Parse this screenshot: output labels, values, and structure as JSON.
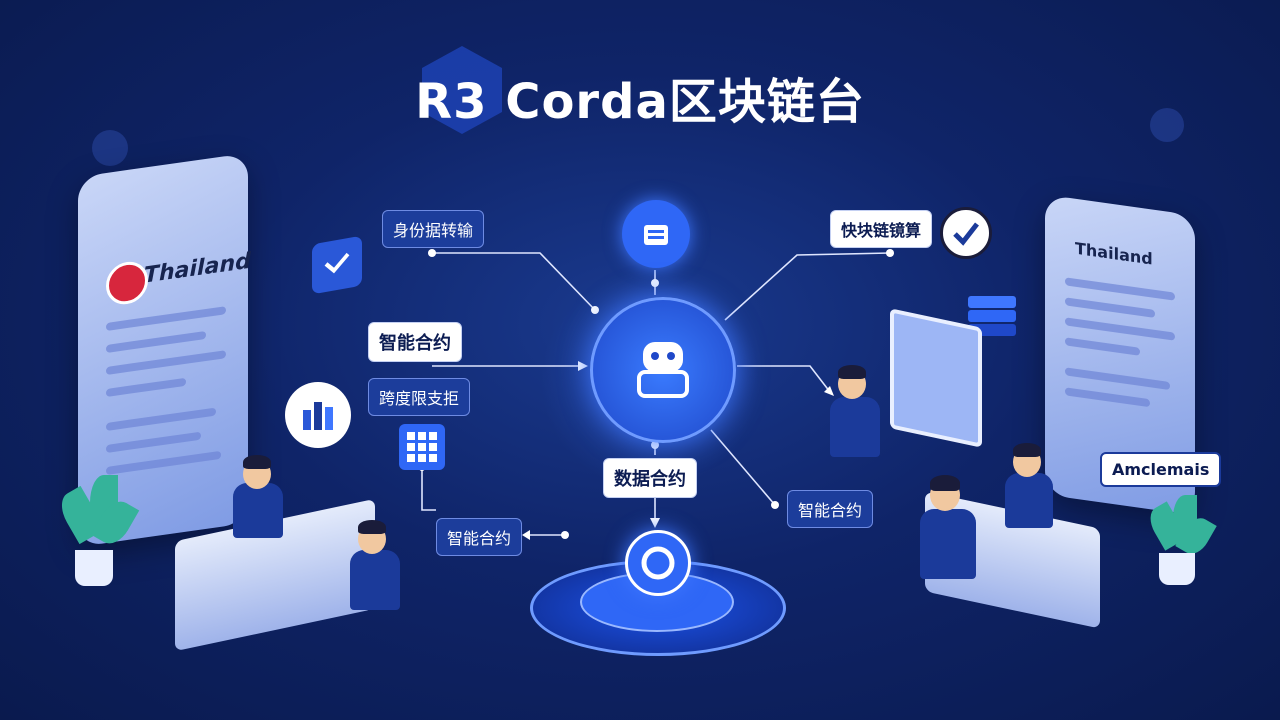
{
  "title": "R3 Corda区块链台",
  "left_panel": {
    "label": "Thailand"
  },
  "right_panel": {
    "label": "Thailand"
  },
  "labels": {
    "data_transfer": "身份据转输",
    "smart_contract_1": "智能合约",
    "compliance": "跨度限支拒",
    "smart_contract_2": "智能合约",
    "data_contract": "数据合约",
    "chain_settlement": "快块链镜算",
    "smart_contract_3": "智能合约",
    "tag": "Amclemais"
  },
  "colors": {
    "background": "#0f2468",
    "accent": "#2f67f6",
    "panel": "#c9d6f7",
    "plant": "#35b39a"
  },
  "icons": [
    "shield-icon",
    "robot-icon",
    "check-icon",
    "database-icon",
    "chart-icon",
    "calculator-icon",
    "server-icon",
    "circle-icon"
  ]
}
